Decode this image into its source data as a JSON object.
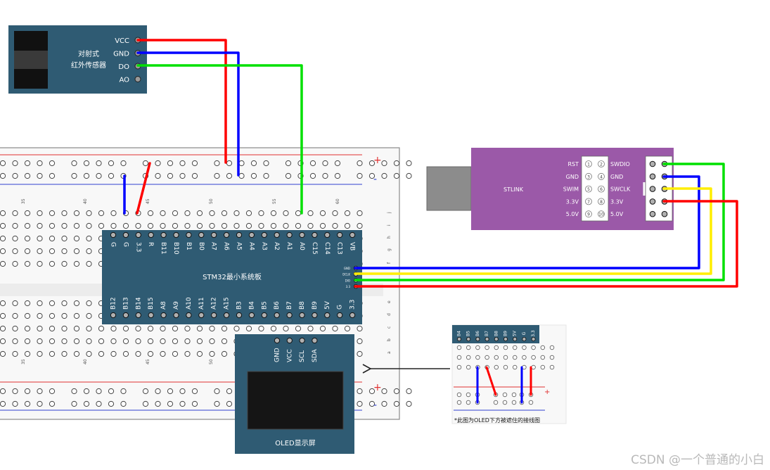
{
  "ir_module": {
    "title_line1": "对射式",
    "title_line2": "红外传感器",
    "pins": [
      "VCC",
      "GND",
      "DO",
      "AO"
    ]
  },
  "breadboard": {
    "plus": "+",
    "minus": "-",
    "col_numbers": [
      "35",
      "40",
      "45",
      "50",
      "55",
      "60"
    ],
    "row_letters_top": [
      "j",
      "i",
      "h",
      "g",
      "f"
    ],
    "row_letters_bottom": [
      "e",
      "d",
      "c",
      "b",
      "a"
    ]
  },
  "stm32": {
    "title": "STM32最小系统板",
    "top_pins": [
      "G",
      "G",
      "3.3",
      "R",
      "B11",
      "B10",
      "B1",
      "B0",
      "A7",
      "A6",
      "A5",
      "A4",
      "A3",
      "A2",
      "A1",
      "A0",
      "C15",
      "C14",
      "C13",
      "VB"
    ],
    "bottom_pins": [
      "B12",
      "B13",
      "B14",
      "B15",
      "A8",
      "A9",
      "A10",
      "A11",
      "A12",
      "A15",
      "B3",
      "B4",
      "B5",
      "B6",
      "B7",
      "B8",
      "B9",
      "5V",
      "G",
      "3.3"
    ],
    "swd_pins": [
      "GND",
      "DCLK",
      "DIO",
      "3.3"
    ]
  },
  "stlink": {
    "label": "STLINK",
    "left_labels": [
      "RST",
      "GND",
      "SWIM",
      "3.3V",
      "5.0V"
    ],
    "left_numbers": [
      "1",
      "3",
      "5",
      "7",
      "9"
    ],
    "right_numbers": [
      "2",
      "4",
      "6",
      "8",
      "10"
    ],
    "right_labels": [
      "SWDIO",
      "GND",
      "SWCLK",
      "3.3V",
      "5.0V"
    ]
  },
  "oled": {
    "pins": [
      "GND",
      "VCC",
      "SCL",
      "SDA"
    ],
    "label": "OLED显示屏"
  },
  "inset": {
    "pins": [
      "B4",
      "B5",
      "B6",
      "B7",
      "B8",
      "B9",
      "5V",
      "G",
      "3.3"
    ],
    "caption": "*此图为OLED下方被遮住的接线图"
  },
  "watermark": "CSDN @一个普通的小白",
  "colors": {
    "wire_red": "#ff0000",
    "wire_blue": "#0000ff",
    "wire_green": "#00e000",
    "wire_yellow": "#ffee00",
    "board_teal": "#2f5b73",
    "stlink_purple": "#9b59a8"
  }
}
